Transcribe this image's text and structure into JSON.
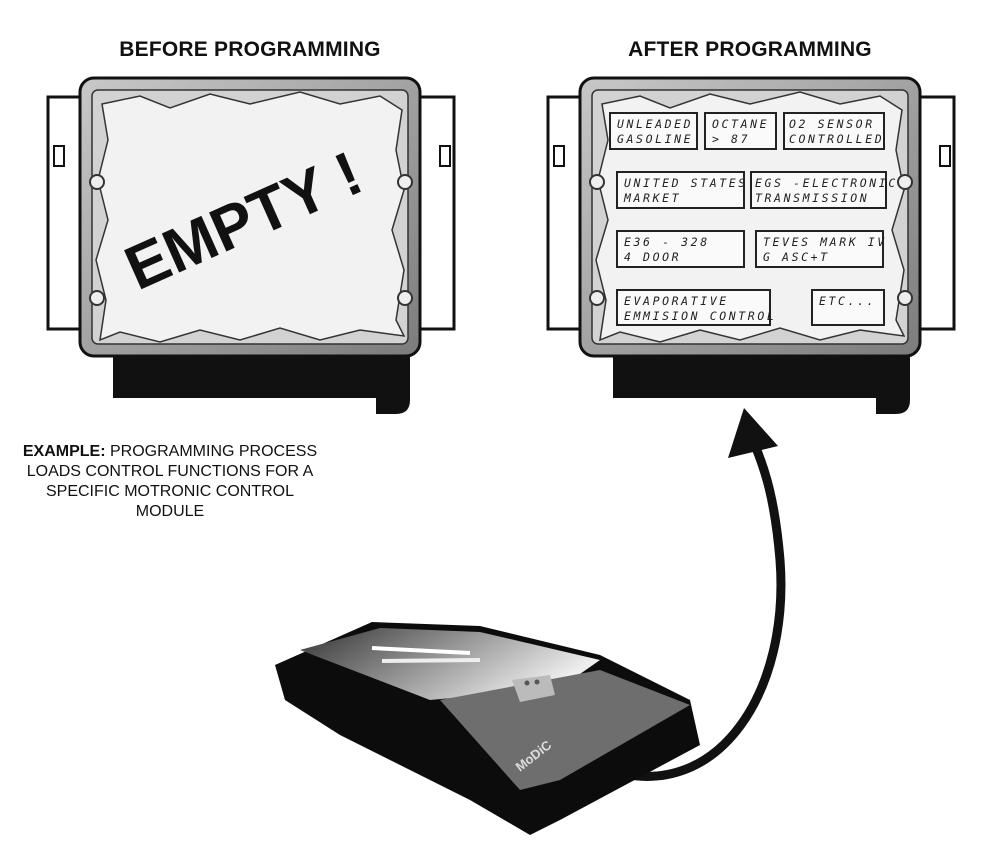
{
  "before": {
    "title": "BEFORE PROGRAMMING",
    "content": "EMPTY !"
  },
  "after": {
    "title": "AFTER PROGRAMMING",
    "labels": [
      {
        "line1": "UNLEADED",
        "line2": "GASOLINE"
      },
      {
        "line1": "OCTANE",
        "line2": "> 87"
      },
      {
        "line1": "O2 SENSOR",
        "line2": "CONTROLLED"
      },
      {
        "line1": "UNITED STATES",
        "line2": "MARKET"
      },
      {
        "line1": "EGS -ELECTRONIC",
        "line2": "TRANSMISSION"
      },
      {
        "line1": "E36 - 328",
        "line2": "4 DOOR"
      },
      {
        "line1": "TEVES MARK IV",
        "line2": "G ASC+T"
      },
      {
        "line1": "EVAPORATIVE",
        "line2": "EMMISION CONTROL"
      },
      {
        "line1": "ETC...",
        "line2": ""
      }
    ]
  },
  "caption": {
    "bold": "EXAMPLE:",
    "text": " PROGRAMMING PROCESS LOADS CONTROL FUNCTIONS FOR A SPECIFIC MOTRONIC CONTROL MODULE"
  },
  "device": {
    "logo": "MoDiC"
  },
  "colors": {
    "housing": "#9a9a9a",
    "panel": "#e4e4e4",
    "ink": "#111111"
  }
}
